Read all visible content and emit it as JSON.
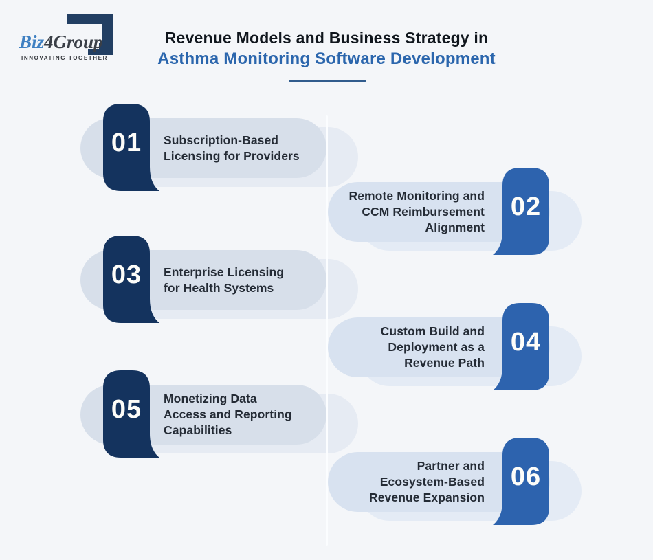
{
  "logo": {
    "brand_prefix": "Biz",
    "brand_suffix": "4Group",
    "tagline": "INNOVATING TOGETHER"
  },
  "header": {
    "title_line1": "Revenue Models and Business Strategy in",
    "title_line2": "Asthma Monitoring Software Development"
  },
  "items": [
    {
      "number": "01",
      "side": "left",
      "label": "Subscription-Based\nLicensing for Providers"
    },
    {
      "number": "02",
      "side": "right",
      "label": "Remote Monitoring and\nCCM Reimbursement\nAlignment"
    },
    {
      "number": "03",
      "side": "left",
      "label": "Enterprise Licensing\nfor Health Systems"
    },
    {
      "number": "04",
      "side": "right",
      "label": "Custom Build and\nDeployment as a\nRevenue Path"
    },
    {
      "number": "05",
      "side": "left",
      "label": "Monetizing Data\nAccess and Reporting\nCapabilities"
    },
    {
      "number": "06",
      "side": "right",
      "label": "Partner and\nEcosystem-Based\nRevenue Expansion"
    }
  ],
  "colors": {
    "background": "#f4f6f9",
    "pill_left": "#d7dfea",
    "pill_right": "#d8e2f0",
    "echo_left": "#e6ebf3",
    "echo_right": "#e4ebf5",
    "badge_navy": "#14335e",
    "badge_blue": "#2d63ae",
    "title_accent": "#2b66ad",
    "underline": "#315c8d",
    "number_text": "#fdfdf9",
    "body_text": "#242b35",
    "logo_navy": "#223f63",
    "logo_blue": "#3f80c2",
    "logo_gray": "#3a3f47"
  }
}
